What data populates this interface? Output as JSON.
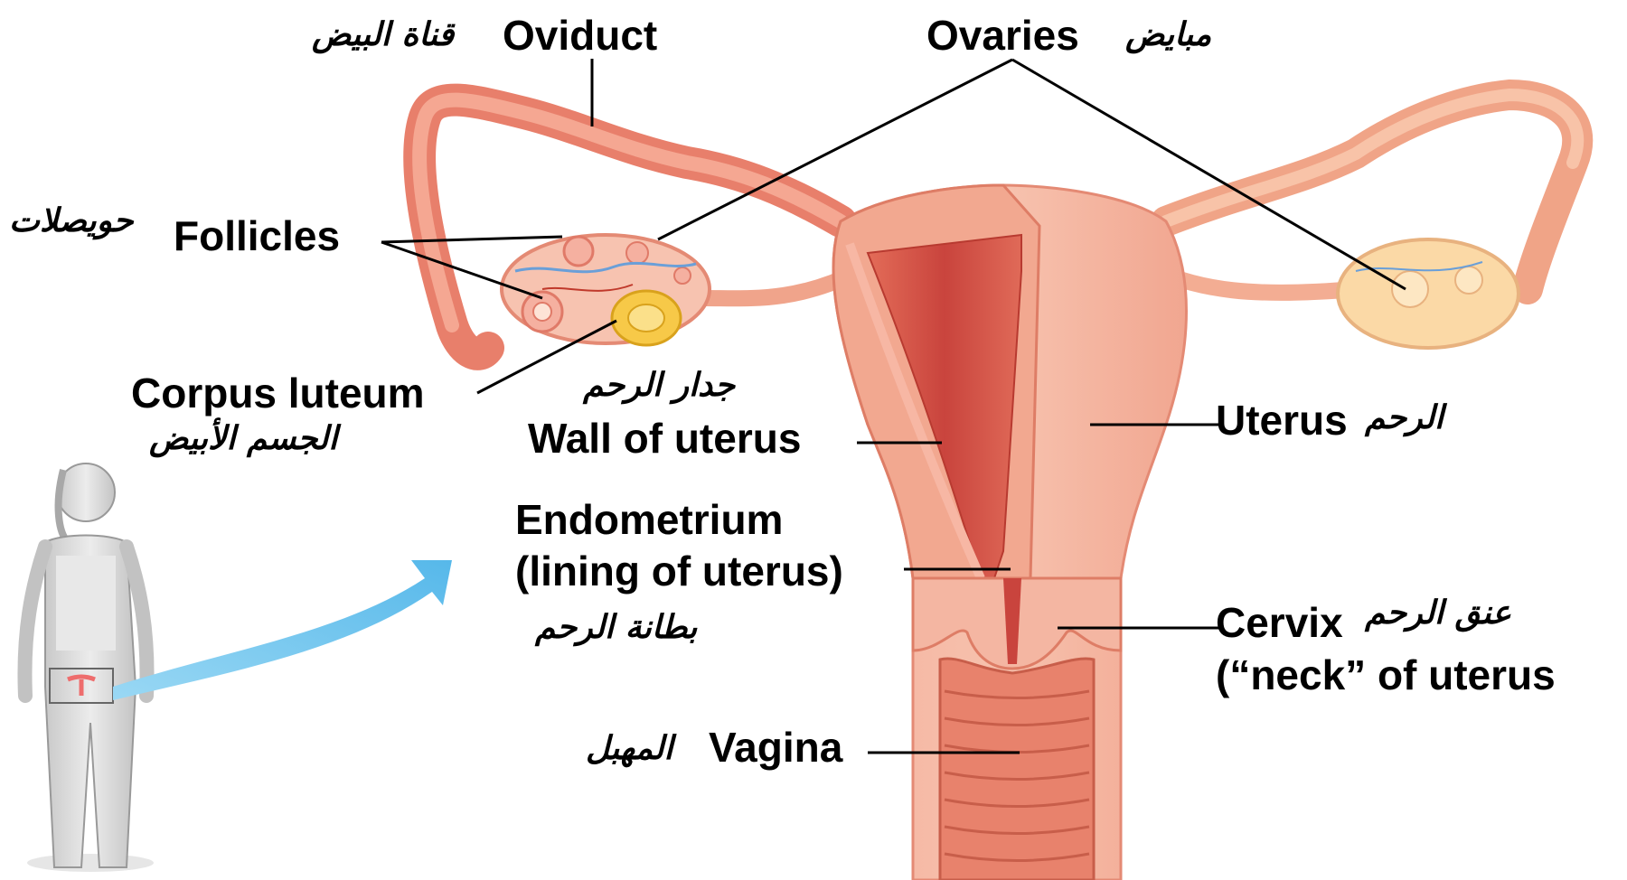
{
  "labels": {
    "oviduct": {
      "en": "Oviduct",
      "ar": "قناة البيض"
    },
    "ovaries": {
      "en": "Ovaries",
      "ar": "مبايض"
    },
    "follicles": {
      "en": "Follicles",
      "ar": "حويصلات"
    },
    "corpus_luteum": {
      "en": "Corpus luteum",
      "ar": "الجسم الأبيض"
    },
    "wall_of_uterus": {
      "en": "Wall of uterus",
      "ar": "جدار الرحم"
    },
    "uterus": {
      "en": "Uterus",
      "ar": "الرحم"
    },
    "endometrium": {
      "en_line1": "Endometrium",
      "en_line2": "(lining of uterus)",
      "ar": "بطانة الرحم"
    },
    "cervix": {
      "en_line1": "Cervix",
      "en_line2": "(“neck” of uterus",
      "ar": "عنق الرحم"
    },
    "vagina": {
      "en": "Vagina",
      "ar": "المهبل"
    }
  },
  "icons": [
    "female-body-figure-icon",
    "location-arrow-icon",
    "ovary-icon",
    "follicle-icon",
    "corpus-luteum-icon"
  ],
  "colors": {
    "tissue": "#f2a48e",
    "tissue_dark": "#e2735f",
    "lumen": "#d85b4e",
    "oviduct": "#ef8f7c",
    "ovary_left": "#f7c3b0",
    "ovary_right": "#fbd9a6",
    "corpus_luteum": "#f7c948",
    "arrow": "#6cc5ee",
    "leader_line": "#000000"
  }
}
